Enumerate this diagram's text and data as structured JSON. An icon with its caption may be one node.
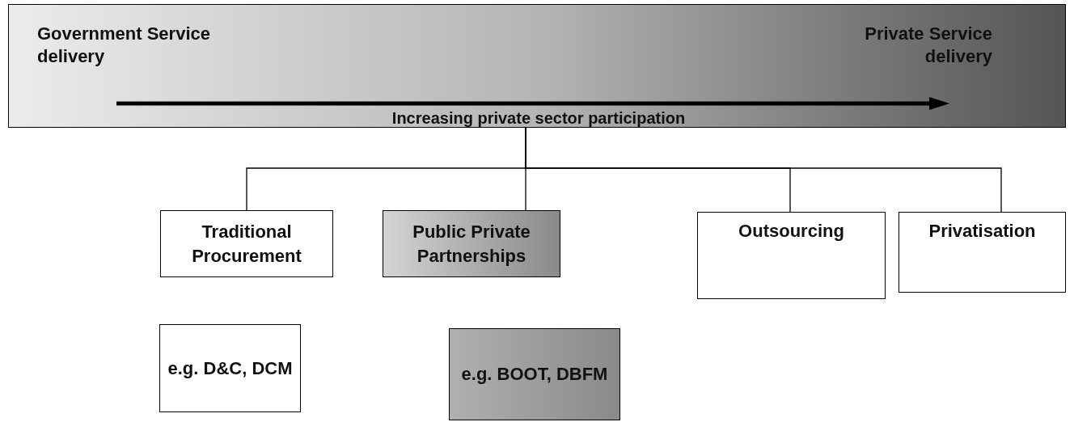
{
  "diagram": {
    "nodes": [
      {
        "text": [
          "Government Service delivery",
          "Private Service delivery",
          "Increasing private sector participation"
        ]
      },
      {
        "text": [
          "Traditional Procurement"
        ]
      },
      {
        "text": [
          "Public Private Partnerships"
        ]
      },
      {
        "text": [
          "Outsourcing"
        ]
      },
      {
        "text": [
          "Privatisation"
        ]
      },
      {
        "text": [
          "e.g. D&C, DCM"
        ]
      },
      {
        "text": [
          "e.g. BOOT, DBFM"
        ]
      }
    ],
    "edges": [
      {
        "from": 0,
        "to": 1,
        "arrow": "none"
      },
      {
        "from": 0,
        "to": 2,
        "arrow": "none"
      },
      {
        "from": 0,
        "to": 3,
        "arrow": "none"
      },
      {
        "from": 0,
        "to": 4,
        "arrow": "none"
      }
    ]
  }
}
